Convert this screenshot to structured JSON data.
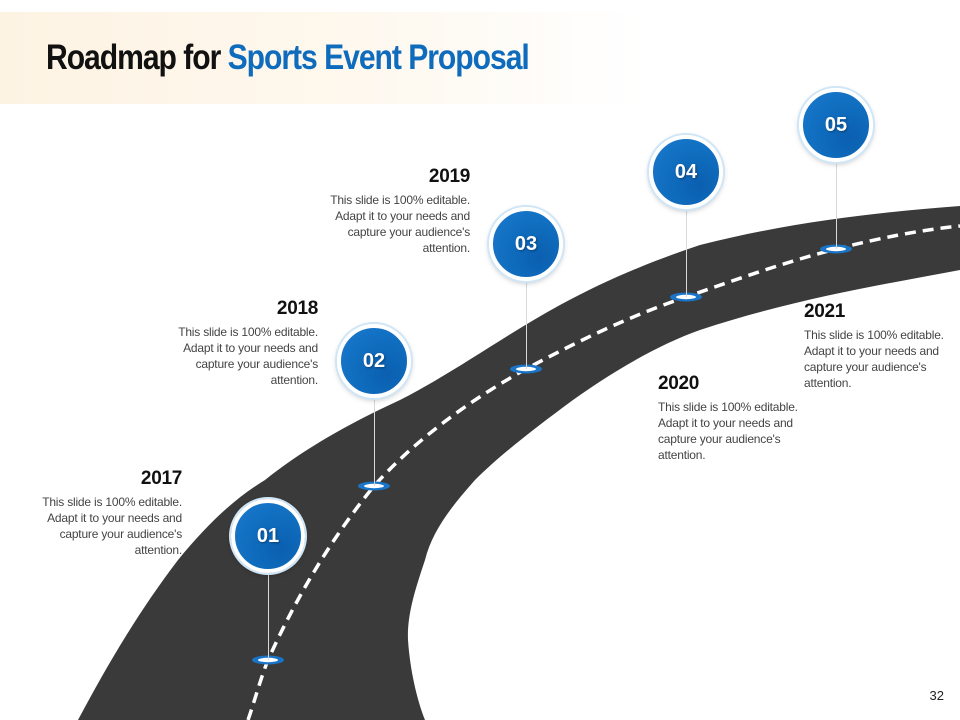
{
  "slide": {
    "title_prefix": "Roadmap for ",
    "title_accent": "Sports Event Proposal",
    "page_number": "32"
  },
  "colors": {
    "accent": "#0f6cbd",
    "road": "#3a3a3a",
    "dash": "#ffffff",
    "title_band": "#fdf3e3"
  },
  "milestones": [
    {
      "number": "01",
      "year": "2017",
      "description": "This slide is 100% editable. Adapt it to your needs and capture your audience's attention."
    },
    {
      "number": "02",
      "year": "2018",
      "description": "This slide is 100% editable. Adapt it to your needs and capture your audience's attention."
    },
    {
      "number": "03",
      "year": "2019",
      "description": "This slide is 100% editable. Adapt it to your needs and capture your audience's attention."
    },
    {
      "number": "04",
      "year": "2020",
      "description": "This slide is 100% editable. Adapt it to your needs and capture your audience's attention."
    },
    {
      "number": "05",
      "year": "2021",
      "description": "This slide is 100% editable. Adapt it to your needs and capture your audience's attention."
    }
  ]
}
